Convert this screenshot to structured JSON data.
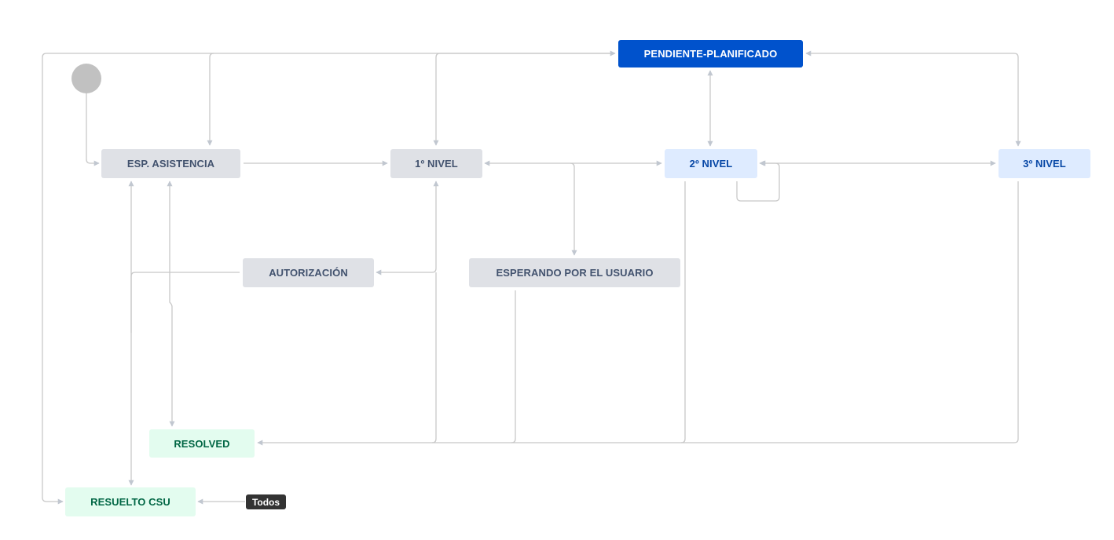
{
  "diagram": {
    "nodes": {
      "pendiente": "PENDIENTE-PLANIFICADO",
      "esp_asistencia": "ESP. ASISTENCIA",
      "nivel1": "1º NIVEL",
      "nivel2": "2º NIVEL",
      "nivel3": "3º NIVEL",
      "autorizacion": "AUTORIZACIÓN",
      "esperando": "ESPERANDO POR EL USUARIO",
      "resolved": "RESOLVED",
      "resuelto_csu": "RESUELTO CSU"
    },
    "global_transition_label": "Todos",
    "colors": {
      "edge": "#c1c7d0",
      "gray_node": "#dfe1e6",
      "blue_node": "#deebff",
      "green_node": "#e3fcef",
      "selected_node": "#0052cc"
    }
  }
}
